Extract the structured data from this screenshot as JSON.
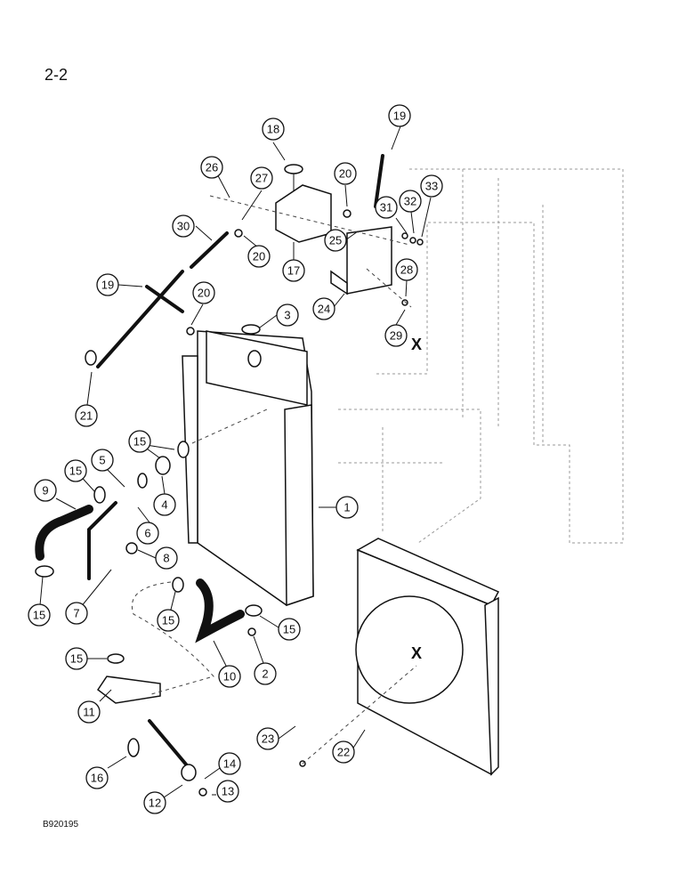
{
  "page_number": "2-2",
  "figure_code": "B920195",
  "reference_mark": "X",
  "callouts": [
    "1",
    "2",
    "3",
    "4",
    "5",
    "6",
    "7",
    "8",
    "9",
    "10",
    "11",
    "12",
    "13",
    "14",
    "15",
    "16",
    "17",
    "18",
    "19",
    "20",
    "21",
    "22",
    "23",
    "24",
    "25",
    "26",
    "27",
    "28",
    "29",
    "30",
    "31",
    "32",
    "33"
  ]
}
